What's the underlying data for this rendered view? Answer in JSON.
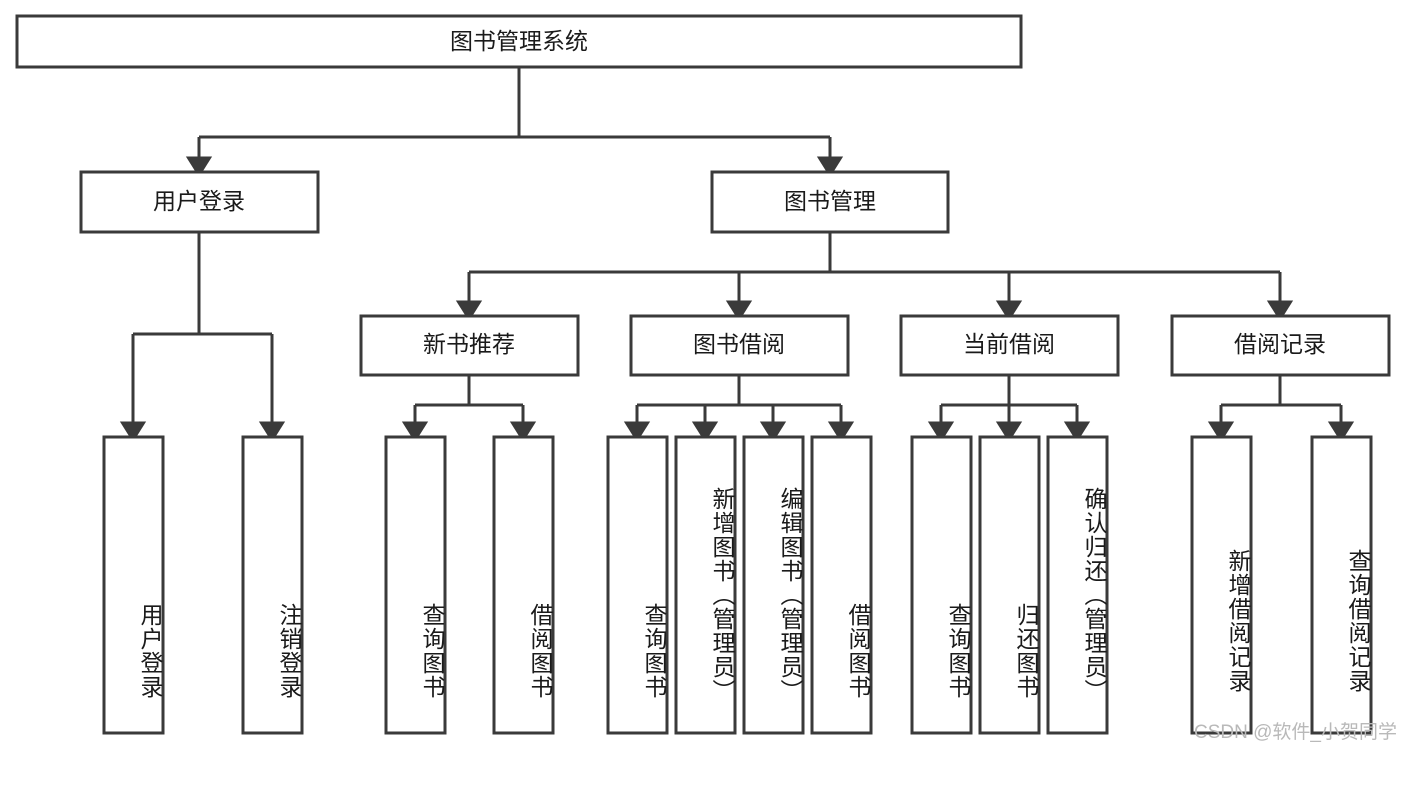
{
  "diagram": {
    "type": "tree",
    "title": "图书管理系统",
    "orientation": "top-down",
    "watermark": "CSDN @软件_小贺同学",
    "colors": {
      "box_stroke": "#3a3a3a",
      "box_fill": "#ffffff",
      "connector": "#3a3a3a",
      "text": "#1a1a1a",
      "watermark": "#b9b9b9",
      "background": "#ffffff"
    },
    "levels": {
      "root": {
        "label": "图书管理系统"
      },
      "level2": [
        {
          "label": "用户登录"
        },
        {
          "label": "图书管理"
        }
      ],
      "level3": [
        {
          "label": "新书推荐"
        },
        {
          "label": "图书借阅"
        },
        {
          "label": "当前借阅"
        },
        {
          "label": "借阅记录"
        }
      ],
      "leaves": {
        "user_login": [
          {
            "label": "用户登录"
          },
          {
            "label": "注销登录"
          }
        ],
        "new_book_recommend": [
          {
            "label": "查询图书"
          },
          {
            "label": "借阅图书"
          }
        ],
        "book_borrow": [
          {
            "label": "查询图书"
          },
          {
            "label": "新增图书（管理员）"
          },
          {
            "label": "编辑图书（管理员）"
          },
          {
            "label": "借阅图书"
          }
        ],
        "current_borrow": [
          {
            "label": "查询图书"
          },
          {
            "label": "归还图书"
          },
          {
            "label": "确认归还（管理员）"
          }
        ],
        "borrow_record": [
          {
            "label": "新增借阅记录"
          },
          {
            "label": "查询借阅记录"
          }
        ]
      }
    }
  }
}
